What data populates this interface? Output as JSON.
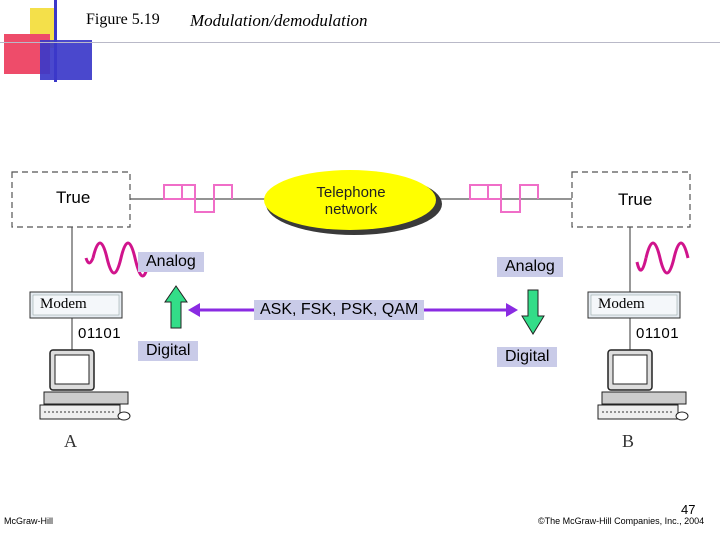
{
  "figure": {
    "number": "Figure 5.19",
    "title": "Modulation/demodulation"
  },
  "network_label": [
    "Telephone",
    "network"
  ],
  "left": {
    "true_label": "True",
    "modem_label": "Modem",
    "bits": "01101",
    "analog_label": "Analog",
    "digital_label": "Digital",
    "station": "A"
  },
  "right": {
    "true_label": "True",
    "modem_label": "Modem",
    "bits": "01101",
    "analog_label": "Analog",
    "digital_label": "Digital",
    "station": "B"
  },
  "center_label": "ASK, FSK, PSK, QAM",
  "footer": {
    "publisher": "McGraw-Hill",
    "copyright": "©The McGraw-Hill Companies, Inc., 2004",
    "page_number": "47"
  },
  "colors": {
    "corner_yellow": "#f4e04a",
    "corner_red": "#ee4c6a",
    "corner_blue": "#3b38c9",
    "cloud_yellow": "#ffff00",
    "arrow_green": "#33dd88",
    "signal_pink": "#f06ec8",
    "sine_magenta": "#d0148c",
    "label_box": "#c9cbe8"
  },
  "icons": [
    "modem-icon",
    "computer-icon",
    "arrow-up-icon",
    "arrow-down-icon"
  ]
}
